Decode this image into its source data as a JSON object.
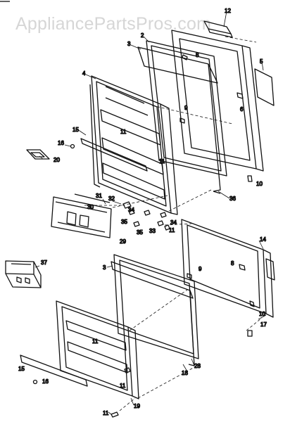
{
  "watermark": "AppliancePartsPros.com",
  "colors": {
    "line": "#111111",
    "watermark": "#d6d6d6",
    "background": "#ffffff"
  },
  "callouts": [
    {
      "id": "c12",
      "label": "12"
    },
    {
      "id": "c2a",
      "label": "2"
    },
    {
      "id": "c3a",
      "label": "3"
    },
    {
      "id": "c8a",
      "label": "8"
    },
    {
      "id": "c5",
      "label": "5"
    },
    {
      "id": "c4",
      "label": "4"
    },
    {
      "id": "c6",
      "label": "6"
    },
    {
      "id": "c9a",
      "label": "9"
    },
    {
      "id": "c15a",
      "label": "15"
    },
    {
      "id": "c11a",
      "label": "11"
    },
    {
      "id": "c16a",
      "label": "16"
    },
    {
      "id": "c20",
      "label": "20"
    },
    {
      "id": "c11b",
      "label": "11"
    },
    {
      "id": "c10a",
      "label": "10"
    },
    {
      "id": "c31",
      "label": "31"
    },
    {
      "id": "c30",
      "label": "30"
    },
    {
      "id": "c32",
      "label": "32"
    },
    {
      "id": "c34a",
      "label": "34"
    },
    {
      "id": "c36",
      "label": "36"
    },
    {
      "id": "c35a",
      "label": "35"
    },
    {
      "id": "c34b",
      "label": "34"
    },
    {
      "id": "c33",
      "label": "33"
    },
    {
      "id": "c35b",
      "label": "35"
    },
    {
      "id": "c11c",
      "label": "11"
    },
    {
      "id": "c29",
      "label": "29"
    },
    {
      "id": "c14",
      "label": "14"
    },
    {
      "id": "c37",
      "label": "37"
    },
    {
      "id": "c3b",
      "label": "3"
    },
    {
      "id": "c9b",
      "label": "9"
    },
    {
      "id": "c8b",
      "label": "8"
    },
    {
      "id": "c11d",
      "label": "11"
    },
    {
      "id": "c10b",
      "label": "10"
    },
    {
      "id": "c17",
      "label": "17"
    },
    {
      "id": "c15b",
      "label": "15"
    },
    {
      "id": "c16b",
      "label": "16"
    },
    {
      "id": "c28",
      "label": "28"
    },
    {
      "id": "c18",
      "label": "18"
    },
    {
      "id": "c11e",
      "label": "11"
    },
    {
      "id": "c19",
      "label": "19"
    },
    {
      "id": "c11f",
      "label": "11"
    }
  ]
}
